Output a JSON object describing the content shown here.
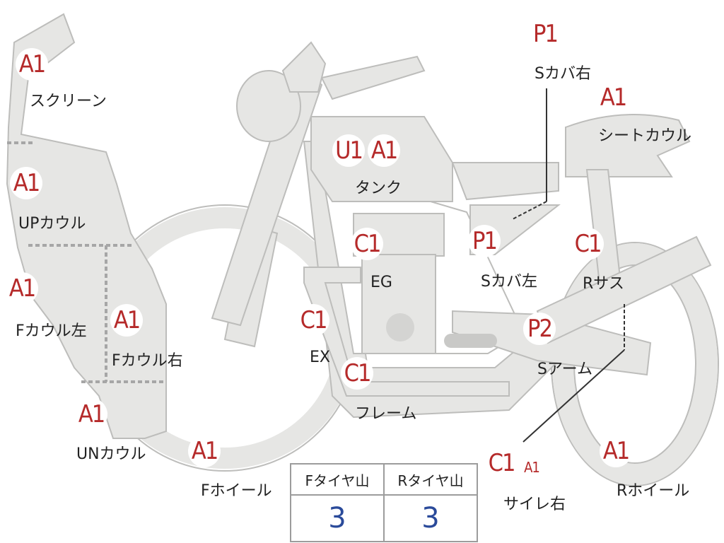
{
  "parts": {
    "screen": {
      "codes": [
        "A1"
      ],
      "label": "スクリーン"
    },
    "up_cowl": {
      "codes": [
        "A1"
      ],
      "label": "UPカウル"
    },
    "f_cowl_l": {
      "codes": [
        "A1"
      ],
      "label": "Fカウル左"
    },
    "f_cowl_r": {
      "codes": [
        "A1"
      ],
      "label": "Fカウル右"
    },
    "un_cowl": {
      "codes": [
        "A1"
      ],
      "label": "UNカウル"
    },
    "f_wheel": {
      "codes": [
        "A1"
      ],
      "label": "Fホイール"
    },
    "tank": {
      "codes": [
        "U1",
        "A1"
      ],
      "label": "タンク"
    },
    "engine": {
      "codes": [
        "C1"
      ],
      "label": "EG"
    },
    "exhaust": {
      "codes": [
        "C1"
      ],
      "label": "EX"
    },
    "frame": {
      "codes": [
        "C1"
      ],
      "label": "フレーム"
    },
    "s_cover_r": {
      "codes": [
        "P1"
      ],
      "label": "Sカバ右"
    },
    "s_cover_l": {
      "codes": [
        "P1"
      ],
      "label": "Sカバ左"
    },
    "seat_cowl": {
      "codes": [
        "A1"
      ],
      "label": "シートカウル"
    },
    "r_sus": {
      "codes": [
        "C1"
      ],
      "label": "Rサス"
    },
    "s_arm": {
      "codes": [
        "P2"
      ],
      "label": "Sアーム"
    },
    "silencer_r": {
      "codes": [
        "C1",
        "A1"
      ],
      "label": "サイレ右"
    },
    "r_wheel": {
      "codes": [
        "A1"
      ],
      "label": "Rホイール"
    }
  },
  "tyre_table": {
    "front_header": "Fタイヤ山",
    "rear_header": "Rタイヤ山",
    "front_value": "3",
    "rear_value": "3"
  },
  "colors": {
    "code_red": "#b52a2a",
    "value_blue": "#2a4a9a",
    "part_fill": "#e6e6e4"
  }
}
